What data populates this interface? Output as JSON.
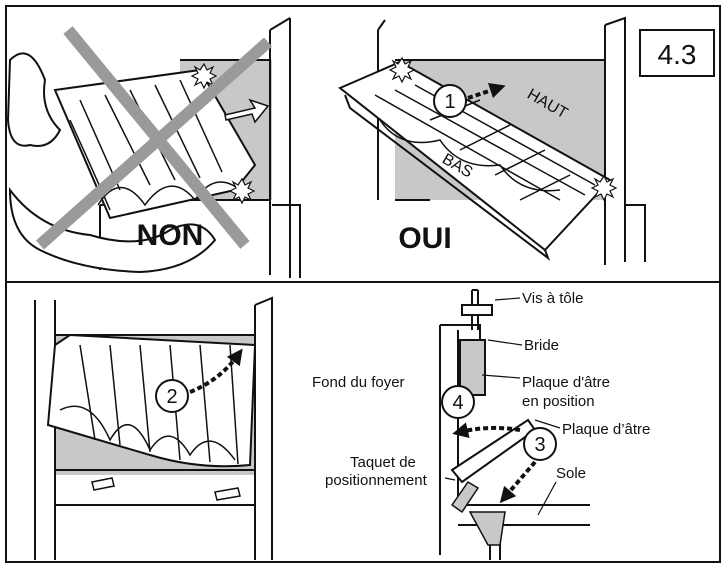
{
  "figure_number": "4.3",
  "verdicts": {
    "wrong": "NON",
    "right": "OUI"
  },
  "plate_markings": {
    "top": "HAUT",
    "bottom": "BAS"
  },
  "steps": [
    "1",
    "2",
    "3",
    "4"
  ],
  "labels": {
    "screw": "Vis à tôle",
    "flange": "Bride",
    "back_wall": "Fond du foyer",
    "plate_in_position_line1": "Plaque d'âtre",
    "plate_in_position_line2": "en position",
    "plate": "Plaque d’âtre",
    "tab_line1": "Taquet de",
    "tab_line2": "positionnement",
    "floor": "Sole"
  },
  "colors": {
    "ink": "#111111",
    "shade": "#c8c8c8",
    "cross": "#9a9a9a",
    "paper": "#ffffff"
  }
}
